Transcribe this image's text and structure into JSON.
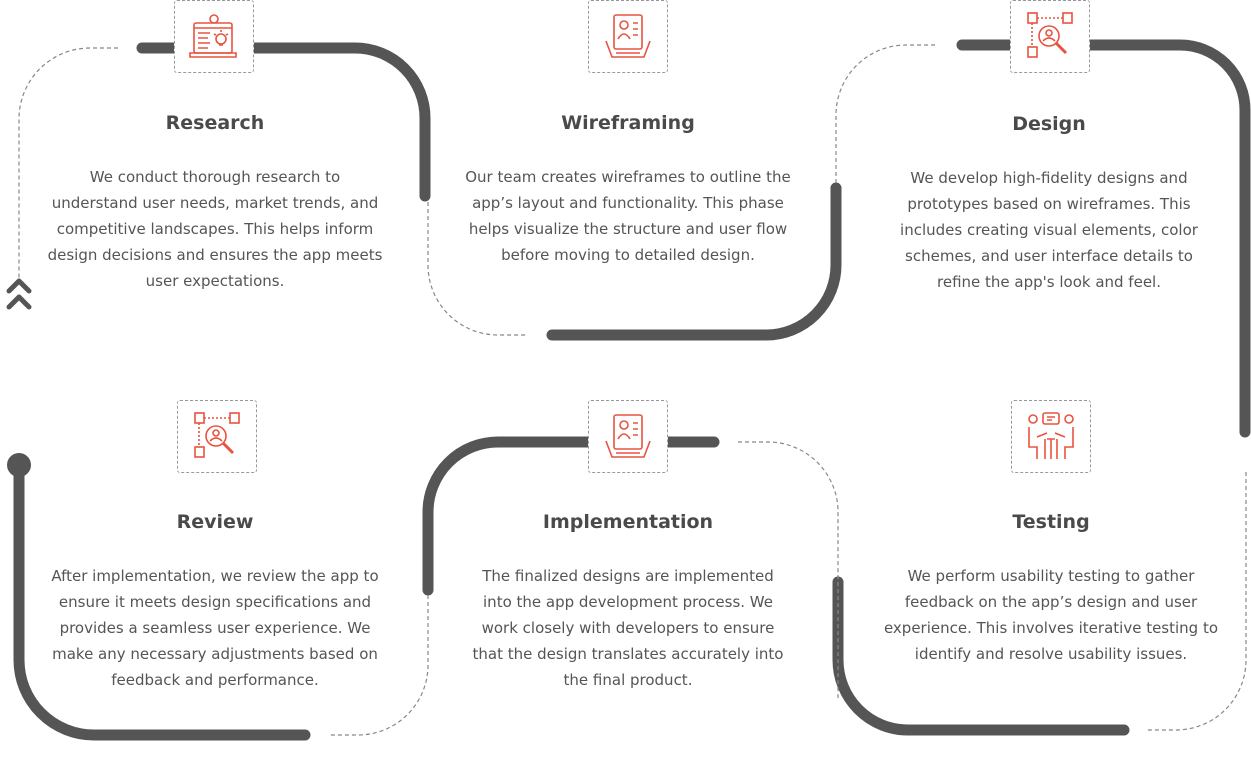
{
  "colors": {
    "line": "#555555",
    "accent": "#e8533f",
    "dash": "#888888"
  },
  "steps": [
    {
      "icon": "laptop-idea-icon",
      "title": "Research",
      "body": "We conduct thorough research to understand user needs, market trends, and competitive landscapes. This helps inform design decisions and ensures the app meets user expectations."
    },
    {
      "icon": "wireframe-document-icon",
      "title": "Wireframing",
      "body": "Our team creates wireframes to outline the app’s layout and functionality. This phase helps visualize the structure and user flow before moving to detailed design."
    },
    {
      "icon": "user-search-network-icon",
      "title": "Design",
      "body": "We develop high-fidelity designs and prototypes based on wireframes. This includes creating visual elements, color schemes, and user interface details to refine the app's look and feel."
    },
    {
      "icon": "user-search-network-icon",
      "title": "Review",
      "body": "After implementation, we review the app to ensure it meets design specifications and provides a seamless user experience. We make any necessary adjustments based on feedback and performance."
    },
    {
      "icon": "wireframe-document-icon",
      "title": "Implementation",
      "body": "The finalized designs are implemented into the app development process. We work closely with developers to ensure that the design translates accurately into the final product."
    },
    {
      "icon": "user-interview-icon",
      "title": "Testing",
      "body": "We perform usability testing to gather feedback on the app’s design and user experience. This involves iterative testing to identify and resolve usability issues."
    }
  ]
}
